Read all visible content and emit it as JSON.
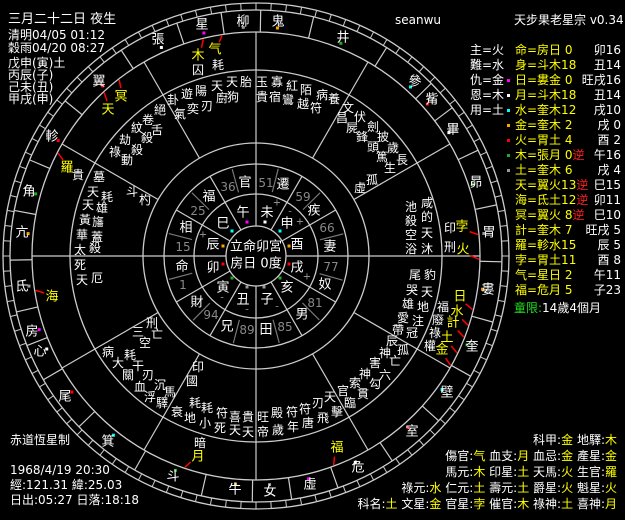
{
  "header": {
    "lunar_date": "三月二十二日 夜生",
    "qingming": "清明04/05 01:12",
    "guyu": "穀雨04/20 08:27",
    "pillars": [
      "戊申(寅)土",
      "丙辰(子)",
      "己未(丑)",
      "甲戌(申)"
    ],
    "user": "seanwu",
    "app_title": "天步果老星宗 v0.34"
  },
  "rulers": [
    "主=火",
    "難=水",
    "仇=金",
    "恩=木",
    "用=土"
  ],
  "planet_table": [
    {
      "label": "命=房日 0",
      "retro": "",
      "branch": "卯16",
      "dot": ""
    },
    {
      "label": "身=斗木18",
      "retro": "",
      "branch": "丑14",
      "dot": ""
    },
    {
      "label": "日=婁金 0",
      "retro": "",
      "branch": "旺戌16",
      "dot": "#ff00ff"
    },
    {
      "label": "月=斗木18",
      "retro": "",
      "branch": "丑14",
      "dot": "#ffffff"
    },
    {
      "label": "水=奎木12",
      "retro": "",
      "branch": "戌10",
      "dot": "#00ffff"
    },
    {
      "label": "金=奎木 2",
      "retro": "",
      "branch": "戌 0",
      "dot": "#ffa500"
    },
    {
      "label": "火=胃土 4",
      "retro": "",
      "branch": "酉 2",
      "dot": "#ff0000"
    },
    {
      "label": "木=張月 0",
      "retro": "逆",
      "branch": "午16",
      "dot": "#22aa22"
    },
    {
      "label": "土=奎木 6",
      "retro": "",
      "branch": "戌 4",
      "dot": "#999999"
    },
    {
      "label": "天=翼火13",
      "retro": "逆",
      "branch": "巳15",
      "dot": ""
    },
    {
      "label": "海=氐土12",
      "retro": "逆",
      "branch": "卯11",
      "dot": ""
    },
    {
      "label": "冥=翼火 8",
      "retro": "逆",
      "branch": "巳10",
      "dot": ""
    },
    {
      "label": "計=奎木 7",
      "retro": "",
      "branch": "旺戌 5",
      "dot": ""
    },
    {
      "label": "羅=軫水15",
      "retro": "",
      "branch": "辰 5",
      "dot": ""
    },
    {
      "label": "孛=胃土11",
      "retro": "",
      "branch": "酉 8",
      "dot": ""
    },
    {
      "label": "气=星日 2",
      "retro": "",
      "branch": "午11",
      "dot": ""
    },
    {
      "label": "福=危月 5",
      "retro": "",
      "branch": "子23",
      "dot": ""
    }
  ],
  "tongxian": {
    "label": "童限:",
    "value": "14歲4個月"
  },
  "footer_left": {
    "system": "赤道恆星制",
    "datetime": "1968/4/19 20:30",
    "coords": "經:121.31 緯:25.03",
    "sun": "日出:05:27 日落:18:18"
  },
  "footer_right": [
    [
      {
        "k": "科甲:",
        "v": "金"
      },
      {
        "k": "地驛:",
        "v": "木"
      }
    ],
    [
      {
        "k": "傷官:",
        "v": "气"
      },
      {
        "k": "血支:",
        "v": "月"
      },
      {
        "k": "血忌:",
        "v": "金"
      },
      {
        "k": "產星:",
        "v": "金"
      }
    ],
    [
      {
        "k": "馬元:",
        "v": "木"
      },
      {
        "k": "印星:",
        "v": "土"
      },
      {
        "k": "天馬:",
        "v": "火"
      },
      {
        "k": "生官:",
        "v": "羅"
      }
    ],
    [
      {
        "k": "祿元:",
        "v": "水"
      },
      {
        "k": "仁元:",
        "v": "土"
      },
      {
        "k": "壽元:",
        "v": "土"
      },
      {
        "k": "爵星:",
        "v": "火"
      },
      {
        "k": "魁星:",
        "v": "火"
      }
    ],
    [
      {
        "k": "科名:",
        "v": "土"
      },
      {
        "k": "文星:",
        "v": "金"
      },
      {
        "k": "官星:",
        "v": "孛"
      },
      {
        "k": "催官:",
        "v": "木"
      },
      {
        "k": "祿神:",
        "v": "土"
      },
      {
        "k": "喜神:",
        "v": "月"
      }
    ]
  ],
  "chart": {
    "center": [
      "立命卯宮",
      "房日 0度"
    ],
    "branches": [
      "午",
      "未",
      "巳",
      "申",
      "辰",
      "酉",
      "卯",
      "戌",
      "寅",
      "亥",
      "丑",
      "子"
    ],
    "branch_dot_colors": [
      "#ff00ff",
      "#ffffff",
      "#00ffff",
      "#00ffff",
      "#ffa500",
      "#ffa500",
      "#ff0000",
      "#ff0000",
      "#22aa22",
      "#22aa22",
      "#999999",
      "#999999"
    ],
    "palaces": [
      "官",
      "遷",
      "福",
      "疾",
      "相",
      "妻",
      "命",
      "奴",
      "財",
      "男",
      "兄",
      "田"
    ],
    "ages": [
      "36",
      "51",
      "25",
      "59",
      "15",
      "66",
      "1",
      "77",
      "94",
      "81",
      "89",
      "85"
    ],
    "signs": [
      "+",
      "-",
      "+",
      "+",
      "+",
      "-",
      "-",
      "-"
    ],
    "mansions": [
      "星",
      "柳",
      "鬼",
      "井",
      "參",
      "觜",
      "畢",
      "昴",
      "胃",
      "婁",
      "奎",
      "壁",
      "室",
      "危",
      "虛",
      "女",
      "牛",
      "斗",
      "箕",
      "尾",
      "心",
      "房",
      "氐",
      "亢",
      "角",
      "軫",
      "翼",
      "張"
    ],
    "mansion_dot_colors": [
      "#ff00ff",
      "#999999",
      "#ffa500",
      "#22aa22",
      "#00ffff",
      "#ff0000",
      "#ffffff",
      "#22aa22",
      "#999999",
      "#ffa500",
      "#22aa22",
      "#00ffff",
      "#ff0000",
      "#ffffff",
      "#ff00ff",
      "#999999",
      "#ffa500",
      "#22aa22",
      "#00ffff",
      "#ff0000",
      "#ffffff",
      "#ff00ff",
      "#999999",
      "#ffa500",
      "#22aa22",
      "#ff0000",
      "#ff0000",
      "#ffffff"
    ],
    "planets": [
      "木",
      "气",
      "冥",
      "天",
      "羅",
      "海",
      "月",
      "福",
      "金",
      "土",
      "計",
      "水",
      "日",
      "孛",
      "火"
    ],
    "planet_color": "#ffff00",
    "link_color": "#ff0000",
    "ring_color": "#cccccc",
    "shensha": [
      "囚",
      "耗",
      "天",
      "天",
      "胎",
      "玉",
      "寡",
      "紅",
      "陌",
      "病",
      "養",
      "文",
      "卦",
      "遊",
      "陽",
      "氣",
      "奕",
      "刃",
      "廚",
      "狗",
      "貴",
      "宿",
      "鸞",
      "越",
      "符",
      "昌",
      "伏",
      "屍",
      "劍",
      "鋒",
      "披",
      "頭",
      "歲",
      "篤",
      "長",
      "生",
      "孤",
      "虛",
      "咸",
      "池",
      "的",
      "殺",
      "空",
      "天",
      "浴",
      "沐",
      "印",
      "刑",
      "尾",
      "豹",
      "哭",
      "天",
      "雄",
      "地",
      "福",
      "愛",
      "注",
      "廢",
      "帶",
      "冠",
      "祿",
      "辰",
      "孤",
      "權",
      "神",
      "亡",
      "害",
      "神",
      "六",
      "索",
      "勾",
      "官",
      "貫",
      "臨",
      "天",
      "擊",
      "刃",
      "飛",
      "符",
      "唐",
      "符",
      "年",
      "殿",
      "歲",
      "旺",
      "帝",
      "貴",
      "天",
      "喜",
      "天",
      "符",
      "死",
      "耗",
      "小",
      "耗",
      "地",
      "衰",
      "暗",
      "印",
      "國",
      "刑",
      "三",
      "亡",
      "空",
      "病",
      "耗",
      "大",
      "干",
      "關",
      "刃",
      "血",
      "沉",
      "浮",
      "馬",
      "驛",
      "貴",
      "墓",
      "天",
      "耗",
      "天",
      "雄",
      "黃",
      "旛",
      "華",
      "蓋",
      "太",
      "殺",
      "死",
      "天",
      "厄",
      "斗",
      "杓",
      "絕",
      "卷",
      "舌",
      "紋",
      "殺",
      "劫",
      "殺",
      "祿",
      "動"
    ]
  }
}
